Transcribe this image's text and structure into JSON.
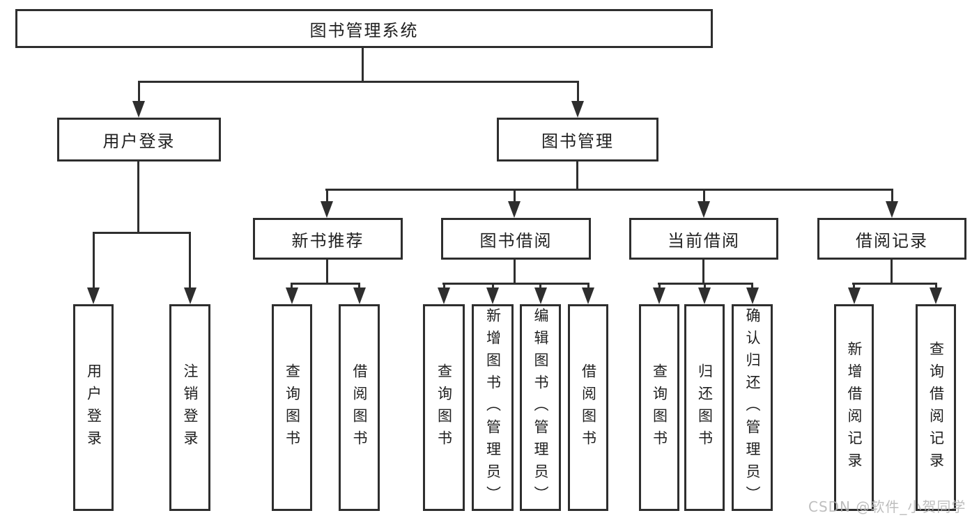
{
  "tree": {
    "label": "图书管理系统",
    "children": [
      {
        "label": "用户登录",
        "children": [
          {
            "label": "用户登录"
          },
          {
            "label": "注销登录"
          }
        ]
      },
      {
        "label": "图书管理",
        "children": [
          {
            "label": "新书推荐",
            "children": [
              {
                "label": "查询图书"
              },
              {
                "label": "借阅图书"
              }
            ]
          },
          {
            "label": "图书借阅",
            "children": [
              {
                "label": "查询图书"
              },
              {
                "label": "新增图书（管理员）"
              },
              {
                "label": "编辑图书（管理员）"
              },
              {
                "label": "借阅图书"
              }
            ]
          },
          {
            "label": "当前借阅",
            "children": [
              {
                "label": "查询图书"
              },
              {
                "label": "归还图书"
              },
              {
                "label": "确认归还（管理员）"
              }
            ]
          },
          {
            "label": "借阅记录",
            "children": [
              {
                "label": "新增借阅记录"
              },
              {
                "label": "查询借阅记录"
              }
            ]
          }
        ]
      }
    ]
  },
  "watermark": {
    "text": "CSDN @软件_小贺同学"
  },
  "colors": {
    "line": "#2e2e2e",
    "text": "#1f1f1f",
    "watermark": "#b3b3b3",
    "background": "#ffffff"
  }
}
